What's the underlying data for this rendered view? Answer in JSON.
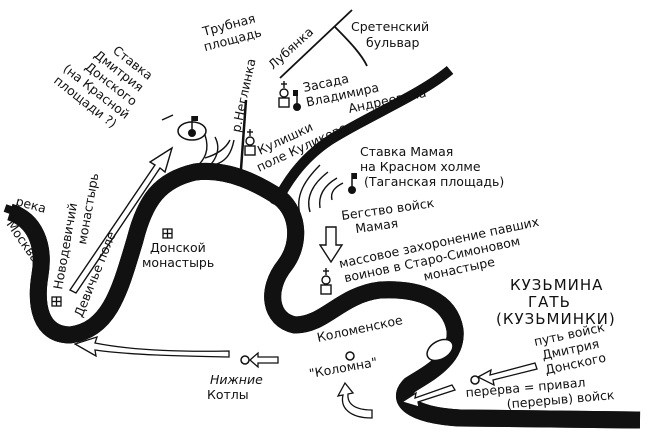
{
  "colors": {
    "ink": "#111111",
    "paper": "#ffffff"
  },
  "labels": {
    "stavka_dmitriya": [
      "Ставка",
      "Дмитрия",
      "Донского",
      "(на Красной",
      "площади ?)"
    ],
    "trubnaya": [
      "Трубная",
      "площадь"
    ],
    "neglinka": "р.Неглинка",
    "lubyanka": "Лубянка",
    "sretensky": [
      "Сретенский",
      "бульвар"
    ],
    "zasada": [
      "Засада",
      "Владимира",
      "Андреевича"
    ],
    "kulishki": [
      "Кулишки",
      "поле Куликово"
    ],
    "stavka_mamaya": [
      "Ставка Мамая",
      "на Красном холме",
      "(Таганская площадь)"
    ],
    "begstvo": [
      "Бегство войск",
      "Мамая"
    ],
    "zahoronenie": [
      "массовое захоронение павших",
      "воинов в Старо-Симоновом",
      "монастыре"
    ],
    "kuzmina": [
      "КУЗЬМИНА",
      "ГАТЬ",
      "(КУЗЬМИНКИ)"
    ],
    "put_voysk": [
      "путь войск",
      "Дмитрия",
      "Донского"
    ],
    "pererva": [
      "перерва = привал",
      "(перерыв) войск"
    ],
    "kolomenskoe": "Коломенское",
    "kolomna": "\"Коломна\"",
    "nizhnie_kotly": [
      "Нижние",
      "Котлы"
    ],
    "reka_moskva": [
      "река",
      "Москва"
    ],
    "novodevichy": [
      "Новодевичий",
      "монастырь"
    ],
    "devichye_pole": "Девичье поле",
    "donskoy": [
      "Донской",
      "монастырь"
    ]
  }
}
